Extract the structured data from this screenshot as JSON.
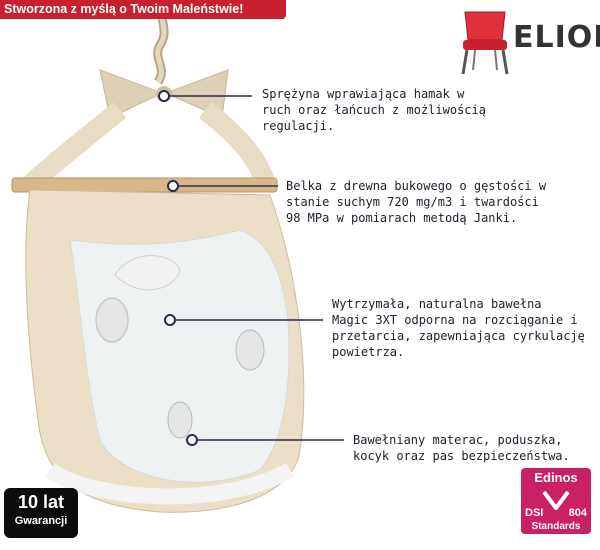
{
  "banner": {
    "text": "Stworzona z myślą o Twoim Maleństwie!"
  },
  "brand": {
    "name": "ELIOR"
  },
  "callouts": [
    {
      "text": "Sprężyna wprawiająca hamak w\nruch oraz łańcuch z możliwością\nregulacji."
    },
    {
      "text": "Belka z drewna bukowego o gęstości w\nstanie suchym 720 mg/m3 i twardości\n98 MPa w pomiarach metodą Janki."
    },
    {
      "text": "Wytrzymała, naturalna bawełna\nMagic 3XT odporna na rozciąganie i\nprzetarcia, zapewniająca cyrkulację\npowietrza."
    },
    {
      "text": "Bawełniany materac, poduszka,\nkocyk oraz pas bezpieczeństwa."
    }
  ],
  "warranty": {
    "years": "10 lat",
    "label": "Gwarancji"
  },
  "certification": {
    "name": "Edinos",
    "code": "DSI",
    "number": "804",
    "standard": "Standards"
  },
  "colors": {
    "banner": "#c8202f",
    "badge": "#c92066",
    "fabric": "#e9dcc5",
    "wood": "#d8b88a"
  }
}
